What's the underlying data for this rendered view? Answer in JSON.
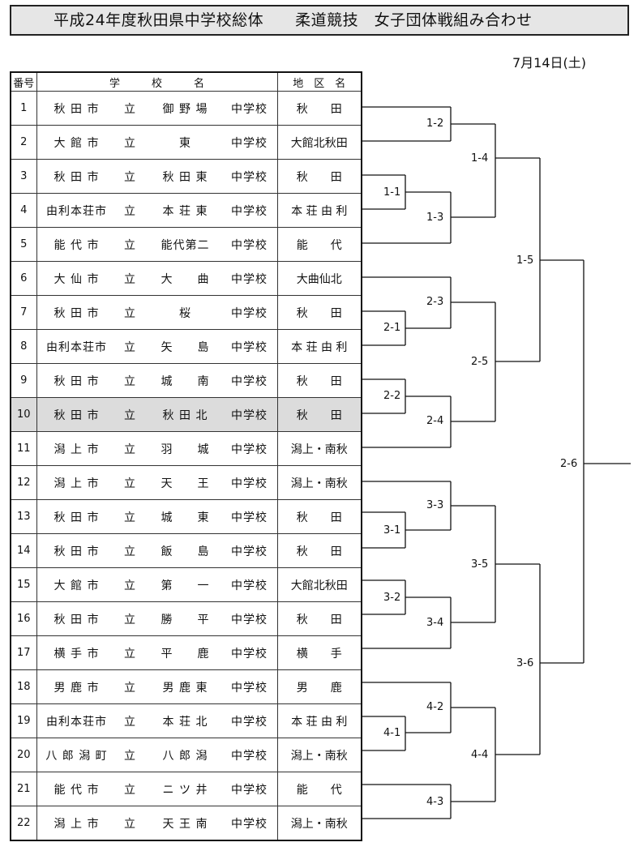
{
  "title": "平成24年度秋田県中学校総体　　柔道競技　女子団体戦組み合わせ",
  "date": "7月14日(土)",
  "headers": {
    "num": "番号",
    "school": "学　　　校　　　名",
    "area": "地　区　名"
  },
  "schools": [
    {
      "num": "1",
      "city": "秋 田 市",
      "li": "立",
      "name": "御 野 場",
      "suffix": "中学校",
      "area": "秋　　田"
    },
    {
      "num": "2",
      "city": "大 館 市",
      "li": "立",
      "name": "東",
      "suffix": "中学校",
      "area": "大館北秋田"
    },
    {
      "num": "3",
      "city": "秋 田 市",
      "li": "立",
      "name": "秋 田 東",
      "suffix": "中学校",
      "area": "秋　　田"
    },
    {
      "num": "4",
      "city": "由利本荘市",
      "li": "立",
      "name": "本 荘 東",
      "suffix": "中学校",
      "area": "本 荘 由 利"
    },
    {
      "num": "5",
      "city": "能 代 市",
      "li": "立",
      "name": "能代第二",
      "suffix": "中学校",
      "area": "能　　代"
    },
    {
      "num": "6",
      "city": "大 仙 市",
      "li": "立",
      "name": "大　　曲",
      "suffix": "中学校",
      "area": "大曲仙北"
    },
    {
      "num": "7",
      "city": "秋 田 市",
      "li": "立",
      "name": "桜",
      "suffix": "中学校",
      "area": "秋　　田"
    },
    {
      "num": "8",
      "city": "由利本荘市",
      "li": "立",
      "name": "矢　　島",
      "suffix": "中学校",
      "area": "本 荘 由 利"
    },
    {
      "num": "9",
      "city": "秋 田 市",
      "li": "立",
      "name": "城　　南",
      "suffix": "中学校",
      "area": "秋　　田"
    },
    {
      "num": "10",
      "city": "秋 田 市",
      "li": "立",
      "name": "秋 田 北",
      "suffix": "中学校",
      "area": "秋　　田"
    },
    {
      "num": "11",
      "city": "潟 上 市",
      "li": "立",
      "name": "羽　　城",
      "suffix": "中学校",
      "area": "潟上・南秋"
    },
    {
      "num": "12",
      "city": "潟 上 市",
      "li": "立",
      "name": "天　　王",
      "suffix": "中学校",
      "area": "潟上・南秋"
    },
    {
      "num": "13",
      "city": "秋 田 市",
      "li": "立",
      "name": "城　　東",
      "suffix": "中学校",
      "area": "秋　　田"
    },
    {
      "num": "14",
      "city": "秋 田 市",
      "li": "立",
      "name": "飯　　島",
      "suffix": "中学校",
      "area": "秋　　田"
    },
    {
      "num": "15",
      "city": "大 館 市",
      "li": "立",
      "name": "第　　一",
      "suffix": "中学校",
      "area": "大館北秋田"
    },
    {
      "num": "16",
      "city": "秋 田 市",
      "li": "立",
      "name": "勝　　平",
      "suffix": "中学校",
      "area": "秋　　田"
    },
    {
      "num": "17",
      "city": "横 手 市",
      "li": "立",
      "name": "平　　鹿",
      "suffix": "中学校",
      "area": "横　　手"
    },
    {
      "num": "18",
      "city": "男 鹿 市",
      "li": "立",
      "name": "男 鹿 東",
      "suffix": "中学校",
      "area": "男　　鹿"
    },
    {
      "num": "19",
      "city": "由利本荘市",
      "li": "立",
      "name": "本 荘 北",
      "suffix": "中学校",
      "area": "本 荘 由 利"
    },
    {
      "num": "20",
      "city": "八 郎 潟 町",
      "li": "立",
      "name": "八 郎 潟",
      "suffix": "中学校",
      "area": "潟上・南秋"
    },
    {
      "num": "21",
      "city": "能 代 市",
      "li": "立",
      "name": "ニ ツ 井",
      "suffix": "中学校",
      "area": "能　　代"
    },
    {
      "num": "22",
      "city": "潟 上 市",
      "li": "立",
      "name": "天 王 南",
      "suffix": "中学校",
      "area": "潟上・南秋"
    }
  ],
  "matches": [
    "1-1",
    "1-2",
    "1-3",
    "1-4",
    "2-1",
    "2-2",
    "2-3",
    "2-4",
    "2-5",
    "1-5",
    "3-1",
    "3-2",
    "3-3",
    "3-4",
    "3-5",
    "4-1",
    "4-2",
    "4-3",
    "4-4",
    "3-6",
    "2-6"
  ]
}
